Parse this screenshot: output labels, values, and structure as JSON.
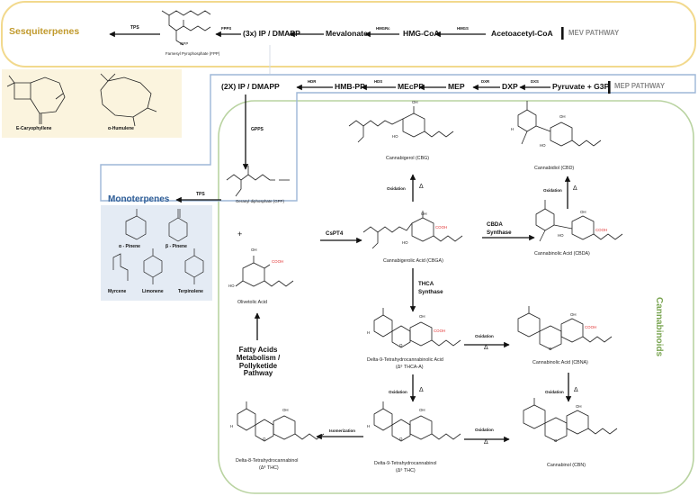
{
  "colors": {
    "mev_box": "#f2d98d",
    "mep_box": "#9db7d7",
    "cannabinoid_box": "#b9d3a1",
    "mono_fill": "#e4ebf4",
    "sesq_fill": "#fbf4de",
    "sesq_title": "#c19a2d",
    "mono_title": "#2e5d97",
    "cannabinoid_title": "#7aa552",
    "acid_group": "#e23434"
  },
  "mev": {
    "title": "Sesquiterpenes",
    "acetoacetyl": "Acetoacetyl-CoA",
    "hmgcoa": "HMG-CoA",
    "mevalonate": "Mevalonate",
    "ipp3": "(3x) IP / DMAPP",
    "fpp_caption": "Farnesyl Pyrophosphate (FPP)",
    "opp": "OPP",
    "pathway_tag": "MEV PATHWAY",
    "enzymes": {
      "hmgs": "HMGS",
      "hmgr": "HMGRc",
      "fpps": "FPPS",
      "tps": "TPS"
    },
    "caryophyllene": "E-Caryophyllene",
    "humulene": "α-Humulene"
  },
  "mep": {
    "pyruvate": "Pyruvate + G3P",
    "dxp": "DXP",
    "mep": "MEP",
    "mecpp": "MEcPP",
    "hmbpp": "HMB-PP",
    "ipp2": "(2X) IP / DMAPP",
    "pathway_tag": "MEP PATHWAY",
    "enzymes": {
      "dxs": "DXS",
      "dxr": "DXR",
      "hds": "HDS",
      "hdr": "HDR",
      "gpps": "GPPS"
    }
  },
  "mono": {
    "title": "Monoterpenes",
    "tps": "TPS",
    "gpp_caption": "Geranyl diphosphate (GPP)",
    "alpha_pinene": "α - Pinene",
    "beta_pinene": "β - Pinene",
    "myrcene": "Myrcene",
    "limonene": "Limonene",
    "terpinolene": "Terpinolene"
  },
  "olivetolic": {
    "plus": "+",
    "caption": "Olivetolic Acid",
    "fatty_acids": [
      "Fatty Acids",
      "Metabolism /",
      "Pollyketide",
      "Pathway"
    ]
  },
  "cannabinoids": {
    "title": "Cannabinoids",
    "csprt4": "CsPT4",
    "cbga": "Cannabigerolic Acid (CBGA)",
    "cbg": "Cannabigerol (CBG)",
    "cbda_synthase": [
      "CBDA",
      "Synthase"
    ],
    "cbda": "Cannabinolic Acid (CBDA)",
    "cbd": "Cannabidiol (CBD)",
    "thca_synthase": [
      "THCA",
      "Synthase"
    ],
    "thca_line1": "Delta-9-Tetrahydrocannabinolic Acid",
    "thca_line2": "(Δ⁹ THCA-A)",
    "cbna": "Cannabinolic Acid (CBNA)",
    "thc_line1": "Delta-9-Tetrahydrocannabinol",
    "thc_line2": "(Δ⁹ THC)",
    "d8_line1": "Delta-8-Tetrahydrocannabinol",
    "d8_line2": "(Δ⁸ THC)",
    "cbn": "Cannabinol (CBN)",
    "oxidation": "Oxidation",
    "isomerization": "Isomerization",
    "delta": "Δ",
    "h": "H",
    "oh": "OH",
    "ho": "HO",
    "o": "O",
    "cooh": "COOH"
  }
}
